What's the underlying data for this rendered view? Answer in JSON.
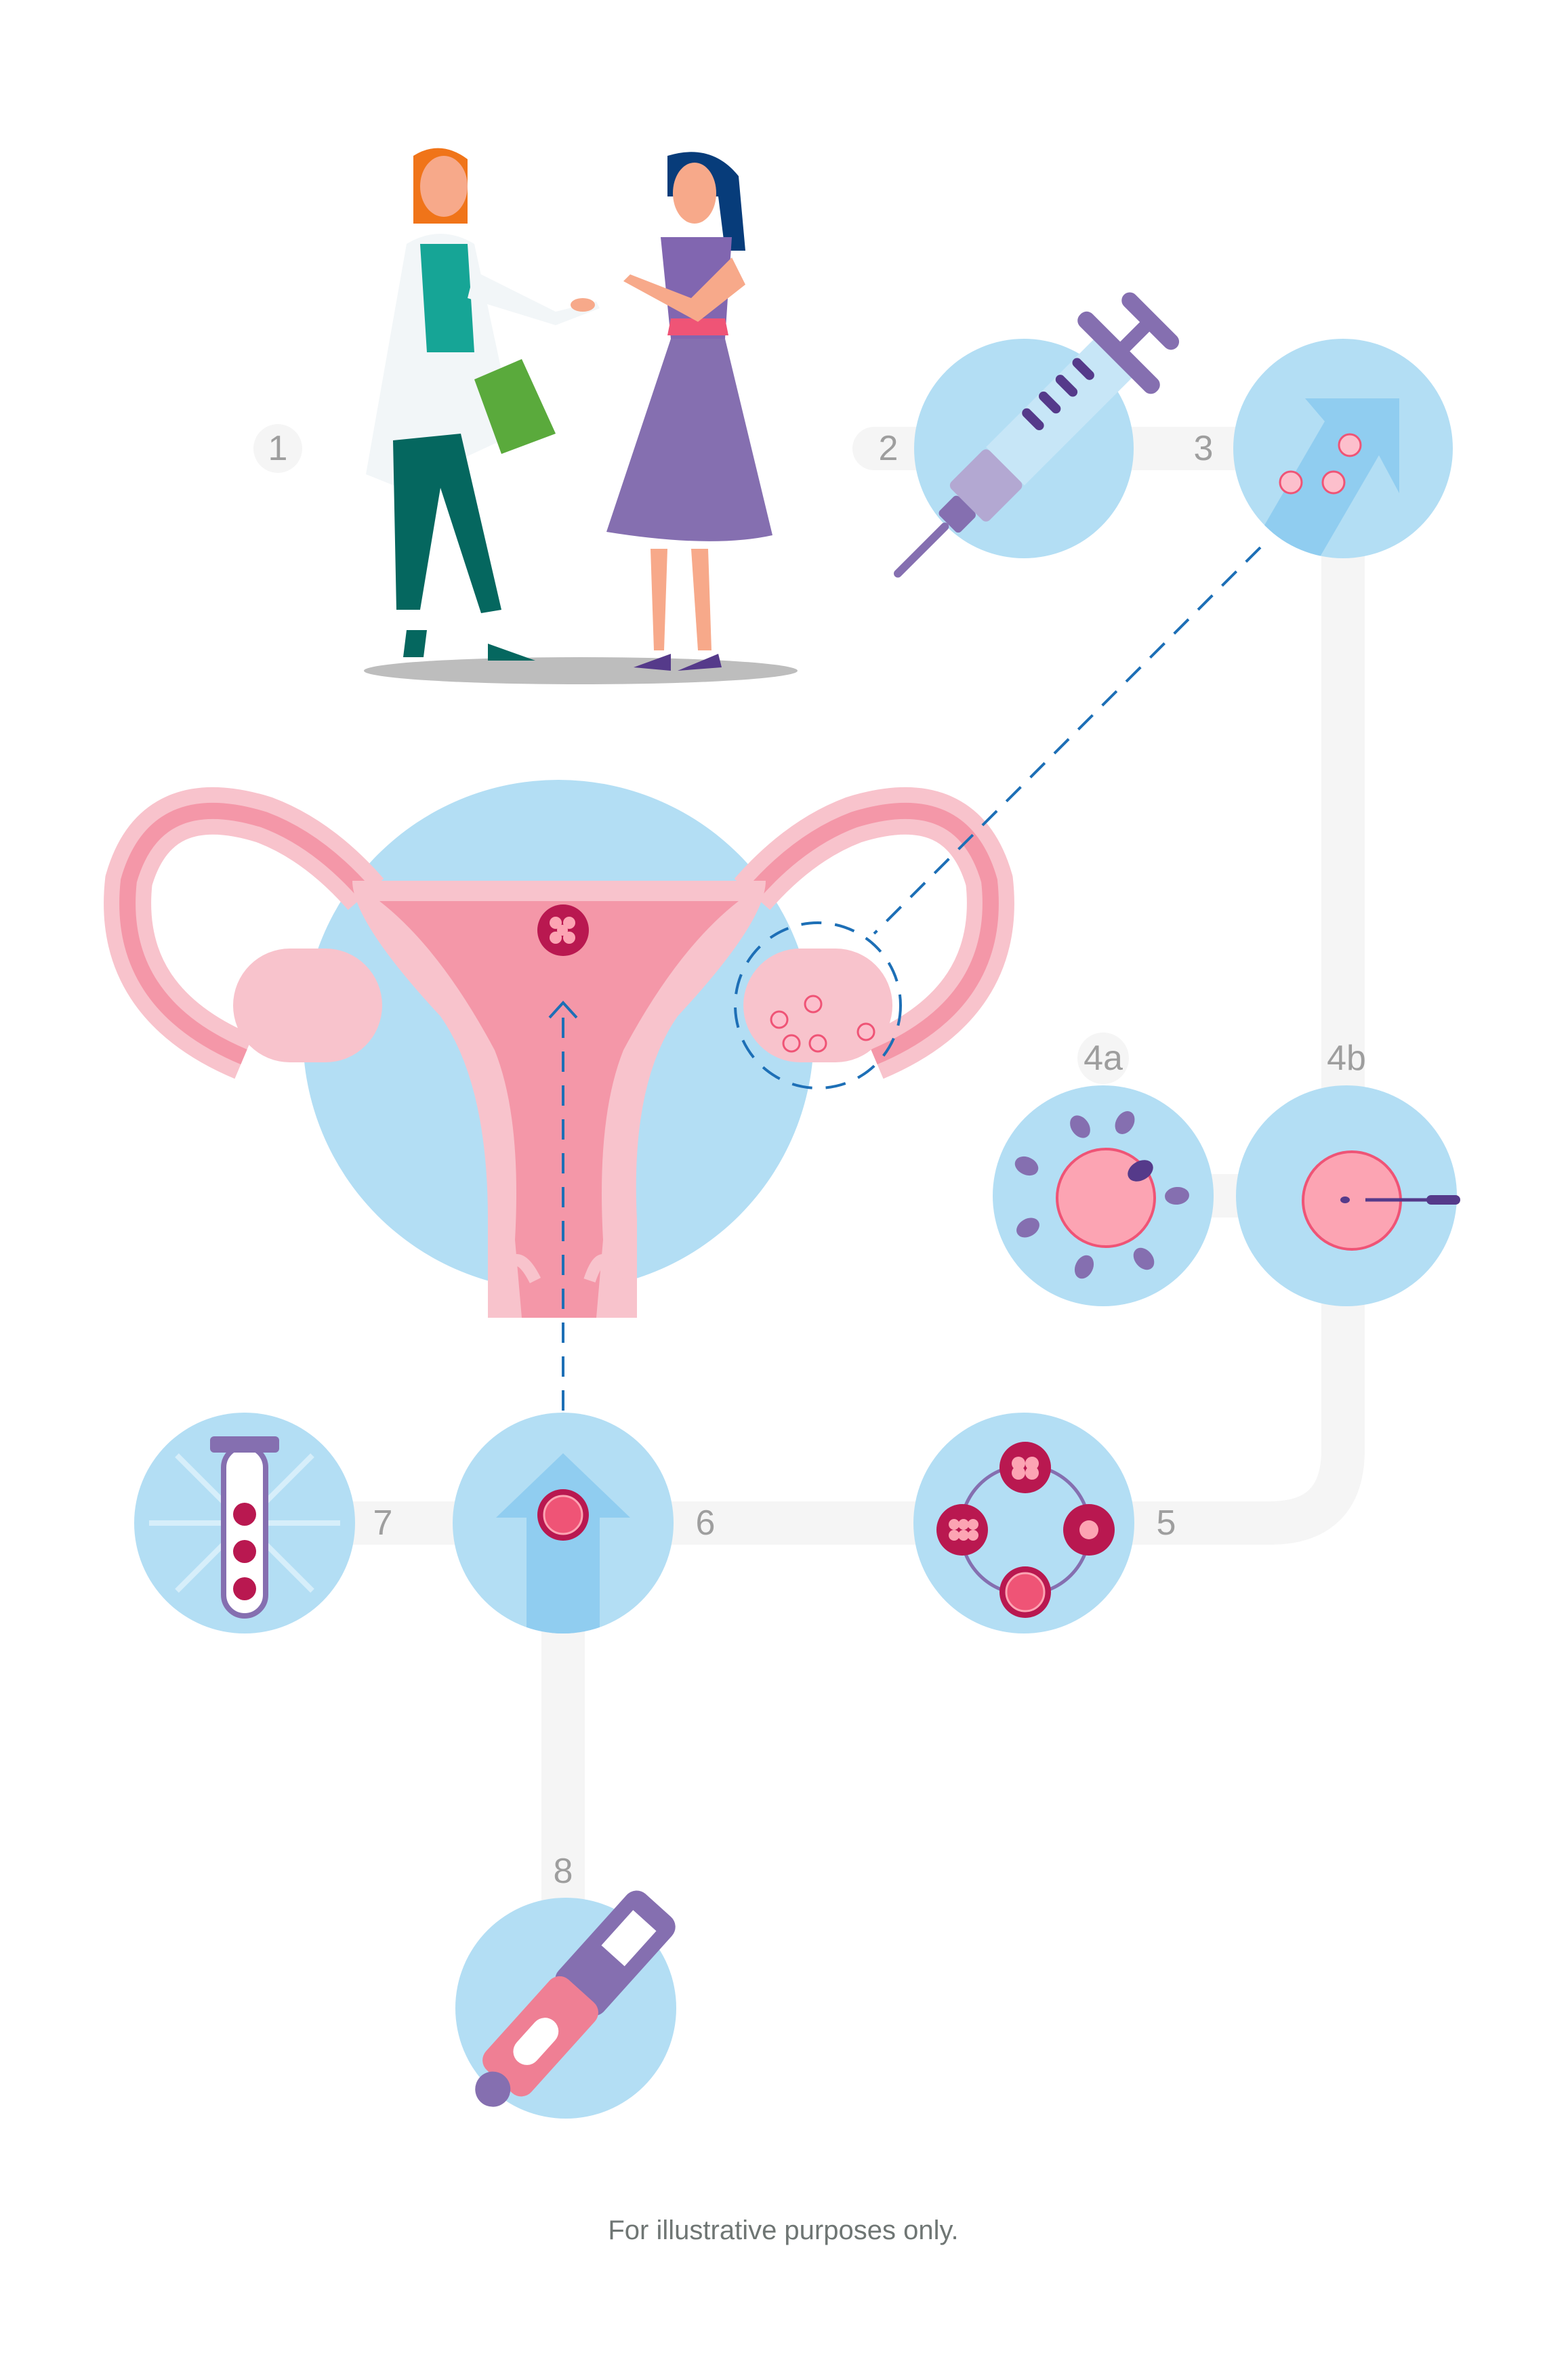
{
  "steps": {
    "s1": "1",
    "s2": "2",
    "s3": "3",
    "s4a": "4a",
    "s4b": "4b",
    "s5": "5",
    "s6": "6",
    "s7": "7",
    "s8": "8"
  },
  "footer": "For illustrative purposes only.",
  "colors": {
    "circle": "#b3def4",
    "arrow": "#90cdf0",
    "path": "#f5f5f5",
    "label": "#9e9e9e",
    "purple": "#856fb0",
    "dark_purple": "#553a8a",
    "pink": "#fca4b3",
    "pink_stroke": "#ef5476",
    "crimson": "#b91850",
    "dashed_line": "#1d6fb6"
  }
}
